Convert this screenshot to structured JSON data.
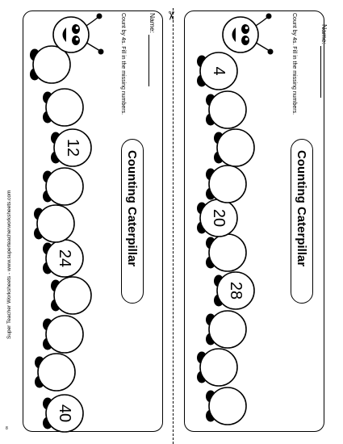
{
  "worksheet": {
    "title": "Counting Caterpillar",
    "name_label": "Name:",
    "instructions": "Count by 4s. Fill in the missing numbers.",
    "footer": "Super Teacher Worksheets - www.superteacherworksheets.com",
    "page_mark": "8",
    "cut_icon": "scissors-icon",
    "accent_color": "#2b3a9c"
  },
  "strips": [
    {
      "id": "left",
      "values": [
        "",
        "",
        "12",
        "",
        "",
        "24",
        "",
        "",
        "",
        "40"
      ]
    },
    {
      "id": "right",
      "values": [
        "4",
        "",
        "",
        "",
        "20",
        "",
        "28",
        "",
        "",
        ""
      ]
    }
  ]
}
